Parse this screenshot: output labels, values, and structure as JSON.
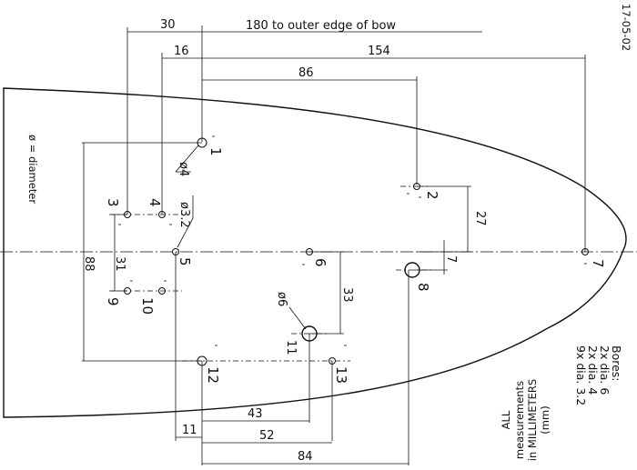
{
  "date": "17-05-02",
  "legend": {
    "diameter": "ø = diameter"
  },
  "units_note": [
    "ALL",
    "measurements",
    "in MILLIMETERS",
    "(mm)"
  ],
  "bores": [
    "Bores:",
    "2x dia. 6",
    "2x dia. 4",
    "9x dia. 3.2"
  ],
  "dims": {
    "d30": "30",
    "d180": "180 to outer edge of bow",
    "d16": "16",
    "d154": "154",
    "d86": "86",
    "d27": "27",
    "d7": "7",
    "d33": "33",
    "d88": "88",
    "d31": "31",
    "d11a": "11",
    "d11b": "11",
    "d43": "43",
    "d52": "52",
    "d84": "84",
    "dia4": "ø4",
    "dia32": "ø3.2",
    "dia6": "ø6"
  },
  "holes": [
    {
      "label": "1"
    },
    {
      "label": "2"
    },
    {
      "label": "3"
    },
    {
      "label": "4"
    },
    {
      "label": "5"
    },
    {
      "label": "6"
    },
    {
      "label": "7"
    },
    {
      "label": "8"
    },
    {
      "label": "9"
    },
    {
      "label": "10"
    },
    {
      "label": "12"
    },
    {
      "label": "13"
    }
  ],
  "colors": {
    "ink": "#111111",
    "background": "#ffffff"
  }
}
